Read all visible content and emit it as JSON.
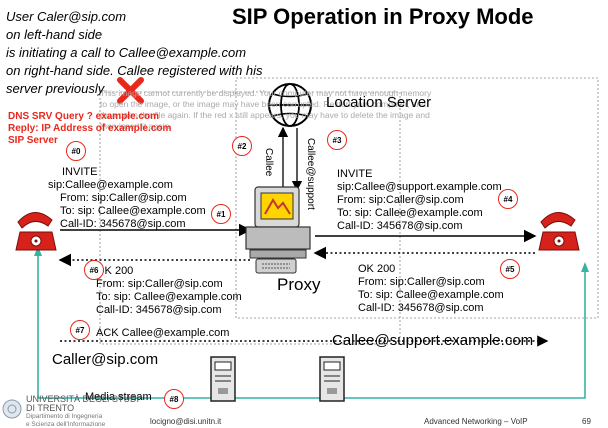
{
  "title": "SIP Operation in Proxy Mode",
  "intro_lines": [
    "User Caler@sip.com",
    "on left-hand side",
    "is initiating a call to Callee@example.com",
    "on right-hand side. Callee registered with his",
    "server previously"
  ],
  "broken_image_text": "This image cannot currently be displayed. Your computer may not have enough memory to open the image, or the image may have been corrupted. Restart your computer, and then open the file again. If the red x still appears, you may have to delete the image and then insert it again.",
  "dns_lines": [
    "DNS SRV Query ? example.com",
    "Reply: IP Address of example.com",
    "SIP Server"
  ],
  "location_server_label": "Location Server",
  "proxy_label": "Proxy",
  "callee_vertical": "Callee",
  "callee_support_vertical": "Callee@support",
  "invite_left": [
    "INVITE",
    "sip:Callee@example.com",
    "From: sip:Caller@sip.com",
    "To: sip: Callee@example.com",
    "Call-ID: 345678@sip.com"
  ],
  "invite_right": [
    "INVITE",
    "sip:Callee@support.example.com",
    "From: sip:Caller@sip.com",
    "To: sip: Callee@example.com",
    "Call-ID: 345678@sip.com"
  ],
  "ok_left": [
    "OK 200",
    "From: sip:Caller@sip.com",
    "To: sip: Callee@example.com",
    "Call-ID: 345678@sip.com"
  ],
  "ok_right": [
    "OK 200",
    "From: sip:Caller@sip.com",
    "To: sip: Callee@example.com",
    "Call-ID: 345678@sip.com"
  ],
  "ack": "ACK Callee@example.com",
  "caller_address": "Caller@sip.com",
  "callee_address": "Callee@support.example.com",
  "media_stream": "Media stream",
  "badges": [
    "#0",
    "#1",
    "#2",
    "#3",
    "#4",
    "#5",
    "#6",
    "#7",
    "#8"
  ],
  "footer": {
    "email": "locigno@disi.unitn.it",
    "course": "Advanced Networking – VoIP",
    "page": "69"
  },
  "university": {
    "line1": "UNIVERSITÀ DEGLI STUDI",
    "line2": "DI TRENTO",
    "line3": "Dipartimento di Ingegneria",
    "line4": "e Scienza dell'Informazione"
  },
  "colors": {
    "accent_red": "#e8281c",
    "arrow_teal": "#33b5a5",
    "phone_red": "#d6221b"
  }
}
